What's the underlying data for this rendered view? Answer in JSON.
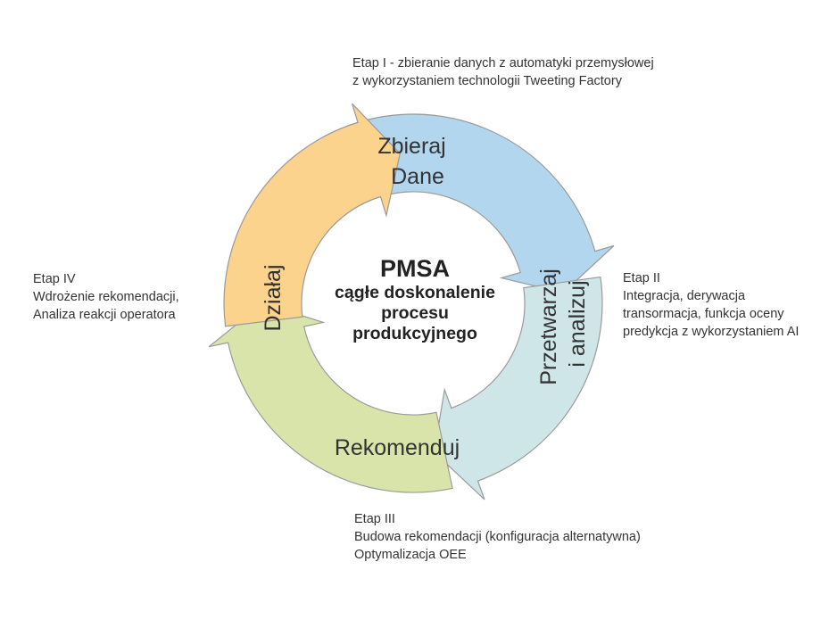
{
  "diagram": {
    "center": {
      "title": "PMSA",
      "lines": [
        "cągłe doskonalenie",
        "procesu",
        "produkcyjnego"
      ]
    },
    "segments": [
      {
        "label_lines": [
          "Zbieraj",
          "Dane"
        ],
        "color": "#b3d6ef"
      },
      {
        "label_lines": [
          "Przetwarzaj",
          "i analizuj"
        ],
        "color": "#cfe6e9"
      },
      {
        "label_lines": [
          "Rekomenduj"
        ],
        "color": "#d9e4ab"
      },
      {
        "label_lines": [
          "Działaj"
        ],
        "color": "#fbd38c"
      }
    ],
    "annotations": [
      {
        "lines": [
          "Etap I - zbieranie danych z automatyki przemysłowej",
          "z wykorzystaniem  technologii Tweeting Factory"
        ]
      },
      {
        "lines": [
          "Etap II",
          "Integracja, derywacja",
          "transormacja, funkcja oceny",
          "predykcja z wykorzystaniem AI"
        ]
      },
      {
        "lines": [
          "Etap III",
          "Budowa rekomendacji (konfiguracja alternatywna)",
          "Optymalizacja OEE"
        ]
      },
      {
        "lines": [
          "Etap IV",
          "Wdrożenie rekomendacji,",
          "Analiza reakcji operatora"
        ]
      }
    ],
    "outline_color": "#9a9a9a"
  }
}
